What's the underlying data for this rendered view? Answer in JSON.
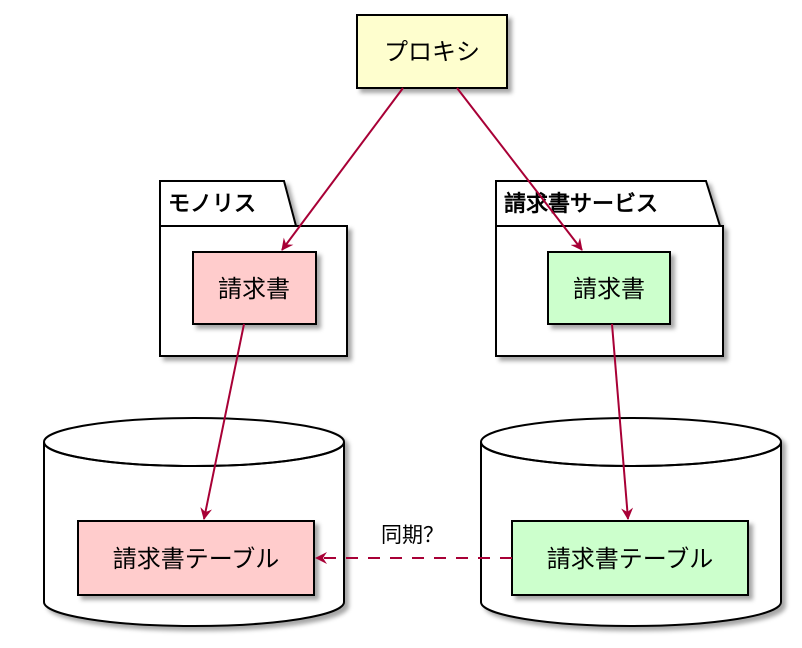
{
  "nodes": {
    "proxy": "プロキシ",
    "monolith_invoice": "請求書",
    "service_invoice": "請求書",
    "monolith_table": "請求書テーブル",
    "service_table": "請求書テーブル"
  },
  "packages": {
    "monolith": "モノリス",
    "invoice_service": "請求書サービス"
  },
  "edges": {
    "sync_label": "同期？"
  },
  "colors": {
    "proxy_fill": "#FEFECE",
    "monolith_fill": "#FFCCCC",
    "service_fill": "#CCFFCC",
    "arrow": "#A80036",
    "border": "#000000",
    "shadow": "#BDBDBD"
  }
}
